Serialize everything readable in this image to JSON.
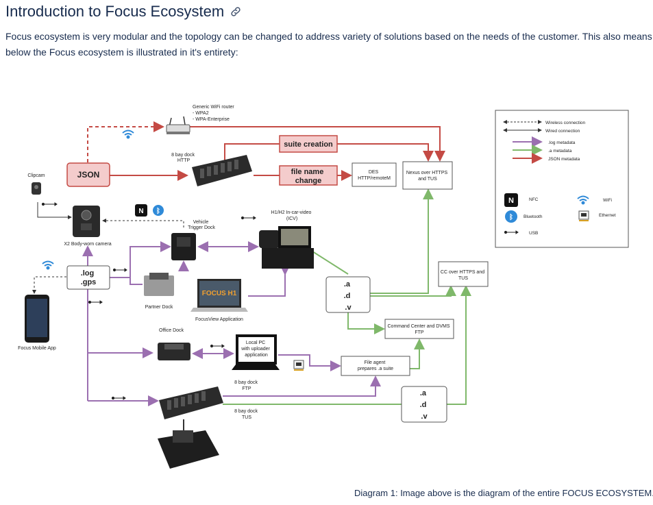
{
  "page": {
    "title": "Introduction to Focus Ecosystem",
    "intro_line1": "Focus ecosystem is very modular and the topology can be changed to address variety of solutions based on the needs of the customer. This also means that for some",
    "intro_line2": "below the Focus ecosystem is illustrated in it's entirety:",
    "caption": "Diagram 1: Image above is the diagram of the entire FOCUS ECOSYSTEM."
  },
  "diagram": {
    "router_label": [
      "Generic WiFi router",
      "- WPA2",
      "- WPA-Enterprise"
    ],
    "dock_http_label": [
      "8 bay dock",
      "HTTP"
    ],
    "suite_creation": "suite creation",
    "file_name_change": [
      "file name",
      "change"
    ],
    "json": "JSON",
    "des": [
      "DES",
      "HTTP/remoteM"
    ],
    "nexus": [
      "Nexus over HTTPS",
      "and TUS"
    ],
    "clipcam": "Clipcam",
    "bodycam": "X2 Body-worn camera",
    "vehicle_dock": [
      "Vehicle",
      "Trigger Dock"
    ],
    "icv": [
      "H1/H2 In-car-video",
      "(ICV)"
    ],
    "log_gps": [
      ".log",
      ".gps"
    ],
    "partner_dock": "Partner Dock",
    "focusview": "FocusView Application",
    "focusview_screen": "FOCUS H1",
    "ad_v_1": [
      ".a",
      ".d",
      ".v"
    ],
    "cc_over": [
      "CC over HTTPS and",
      "TUS"
    ],
    "command_center": [
      "Command Center and DVMS",
      "FTP"
    ],
    "mobile_app": "Focus Mobile App",
    "office_dock": "Office Dock",
    "local_pc": [
      "Local PC",
      "with uploader",
      "application"
    ],
    "file_agent": [
      "File agent",
      "prepares .a suite"
    ],
    "dock_ftp": [
      "8 bay dock",
      "FTP"
    ],
    "dock_tus": [
      "8 bay dock",
      "TUS"
    ],
    "ad_v_2": [
      ".a",
      ".d",
      ".v"
    ],
    "legend": {
      "wireless": "Wireless connection",
      "wired": "Wired connection",
      "log_meta": ".log metadata",
      "a_meta": ".a metadata",
      "json_meta": "JSON metadata",
      "nfc": "NFC",
      "wifi": "WiFi",
      "bluetooth": "Bluetooth",
      "ethernet": "Ethernet",
      "usb": "USB"
    },
    "colors": {
      "purple": "#9b6fb0",
      "green": "#7fb86a",
      "red": "#c44a44",
      "red_fill": "#f4cccc",
      "wifi_blue": "#2f8ad8"
    }
  }
}
